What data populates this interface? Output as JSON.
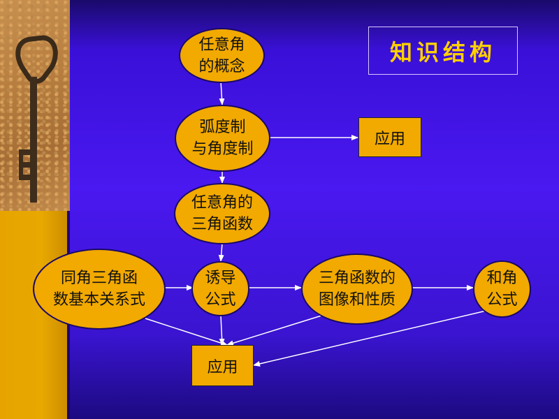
{
  "slide": {
    "title": "知识结构"
  },
  "nodes": {
    "concept": "任意角\n的概念",
    "radian": "弧度制\n与角度制",
    "app_top": "应用",
    "trig_func": "任意角的\n三角函数",
    "same_angle": "同角三角函\n数基本关系式",
    "induction": "诱导\n公式",
    "graph": "三角函数的\n图像和性质",
    "sum_angle": "和角\n公式",
    "app_bottom": "应用"
  },
  "colors": {
    "node_fill": "#f2a900",
    "title_text": "#ffd000",
    "arrow": "#ffffff",
    "background": "#4a18f0"
  }
}
